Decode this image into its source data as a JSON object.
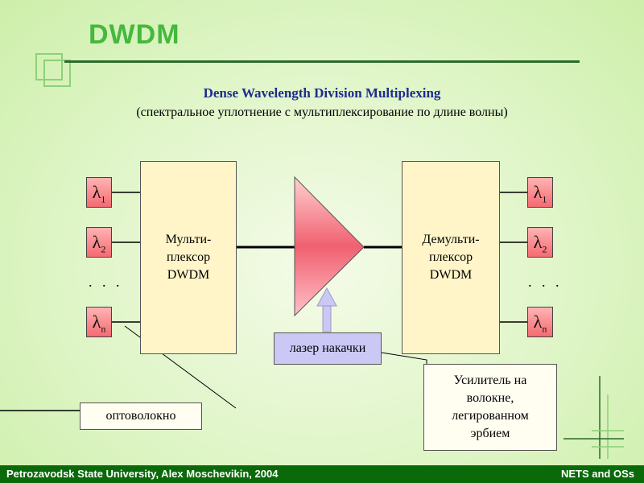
{
  "header": {
    "title": "DWDM",
    "subtitle": "Dense Wavelength Division Multiplexing",
    "subtitle2": "(спектральное уплотнение с мультиплексирование по длине волны)"
  },
  "diagram": {
    "mux_label": "Мульти-\nплексор\nDWDM",
    "demux_label": "Демульти-\nплексор\nDWDM",
    "lambda_symbol": "λ",
    "lambda_subs": [
      "1",
      "2",
      "n"
    ],
    "dots": ". . .",
    "pump_laser": "лазер накачки",
    "fiber_label": "оптоволокно",
    "amplifier_label": "Усилитель на\nволокне,\nлегированном\nэрбием"
  },
  "footer": {
    "left": "Petrozavodsk State University, Alex Moschevikin, 2004",
    "right": "NETS and OSs"
  },
  "colors": {
    "title_green": "#45b83e",
    "footer_green": "#0a6a0a",
    "subtitle_blue": "#1d2d8e",
    "block_fill": "#fff5c8",
    "lambda_fill": "#f56a72",
    "laser_fill": "#ccc8f5"
  }
}
